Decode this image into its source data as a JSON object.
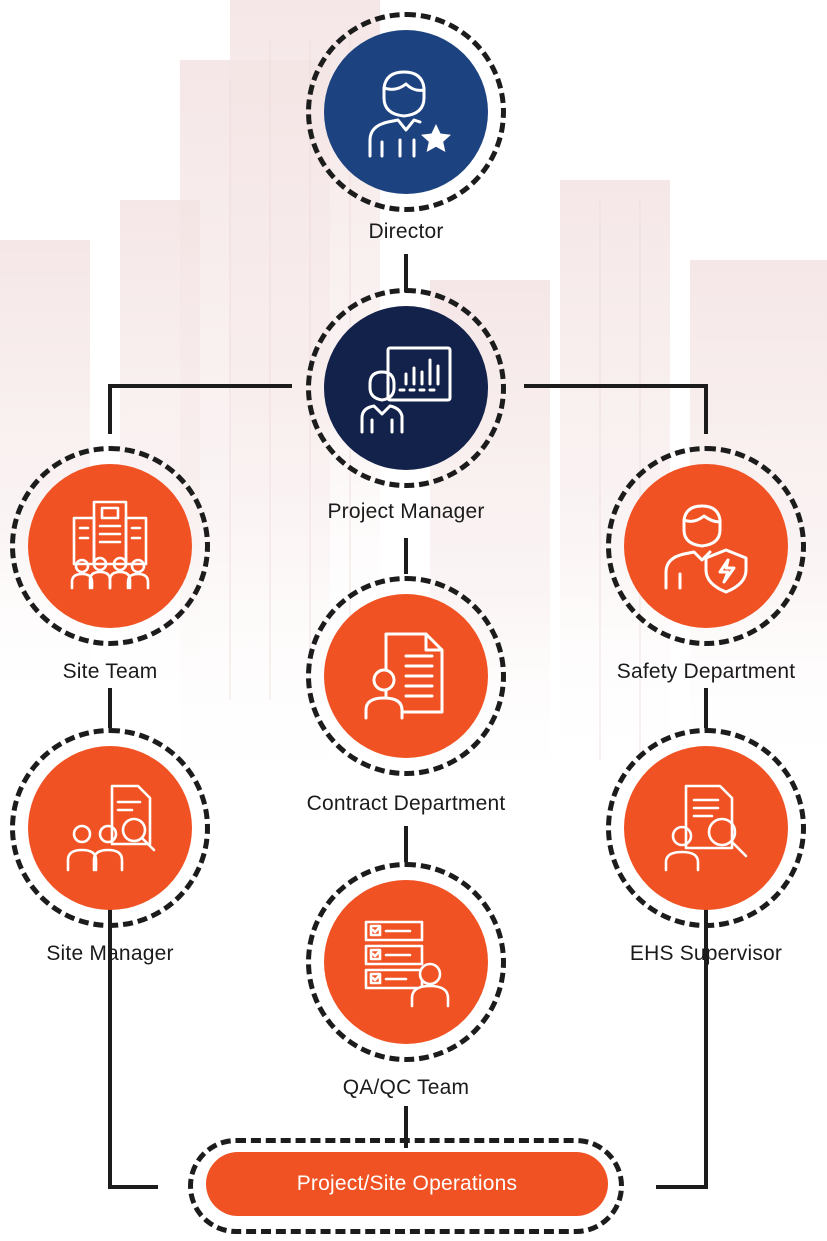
{
  "colors": {
    "director": "#1c4380",
    "project_manager": "#12224a",
    "accent": "#f05223",
    "line": "#1c1c1c"
  },
  "nodes": {
    "director": {
      "label": "Director",
      "icon": "person-star-icon"
    },
    "project_manager": {
      "label": "Project Manager",
      "icon": "presentation-chart-icon"
    },
    "site_team": {
      "label": "Site Team",
      "icon": "building-team-icon"
    },
    "safety_department": {
      "label": "Safety Department",
      "icon": "person-shield-icon"
    },
    "contract_department": {
      "label": "Contract Department",
      "icon": "person-document-icon"
    },
    "site_manager": {
      "label": "Site Manager",
      "icon": "team-document-search-icon"
    },
    "ehs_supervisor": {
      "label": "EHS Supervisor",
      "icon": "person-document-search-icon"
    },
    "qa_qc_team": {
      "label": "QA/QC Team",
      "icon": "checklist-person-icon"
    }
  },
  "operations": {
    "label": "Project/Site Operations"
  }
}
